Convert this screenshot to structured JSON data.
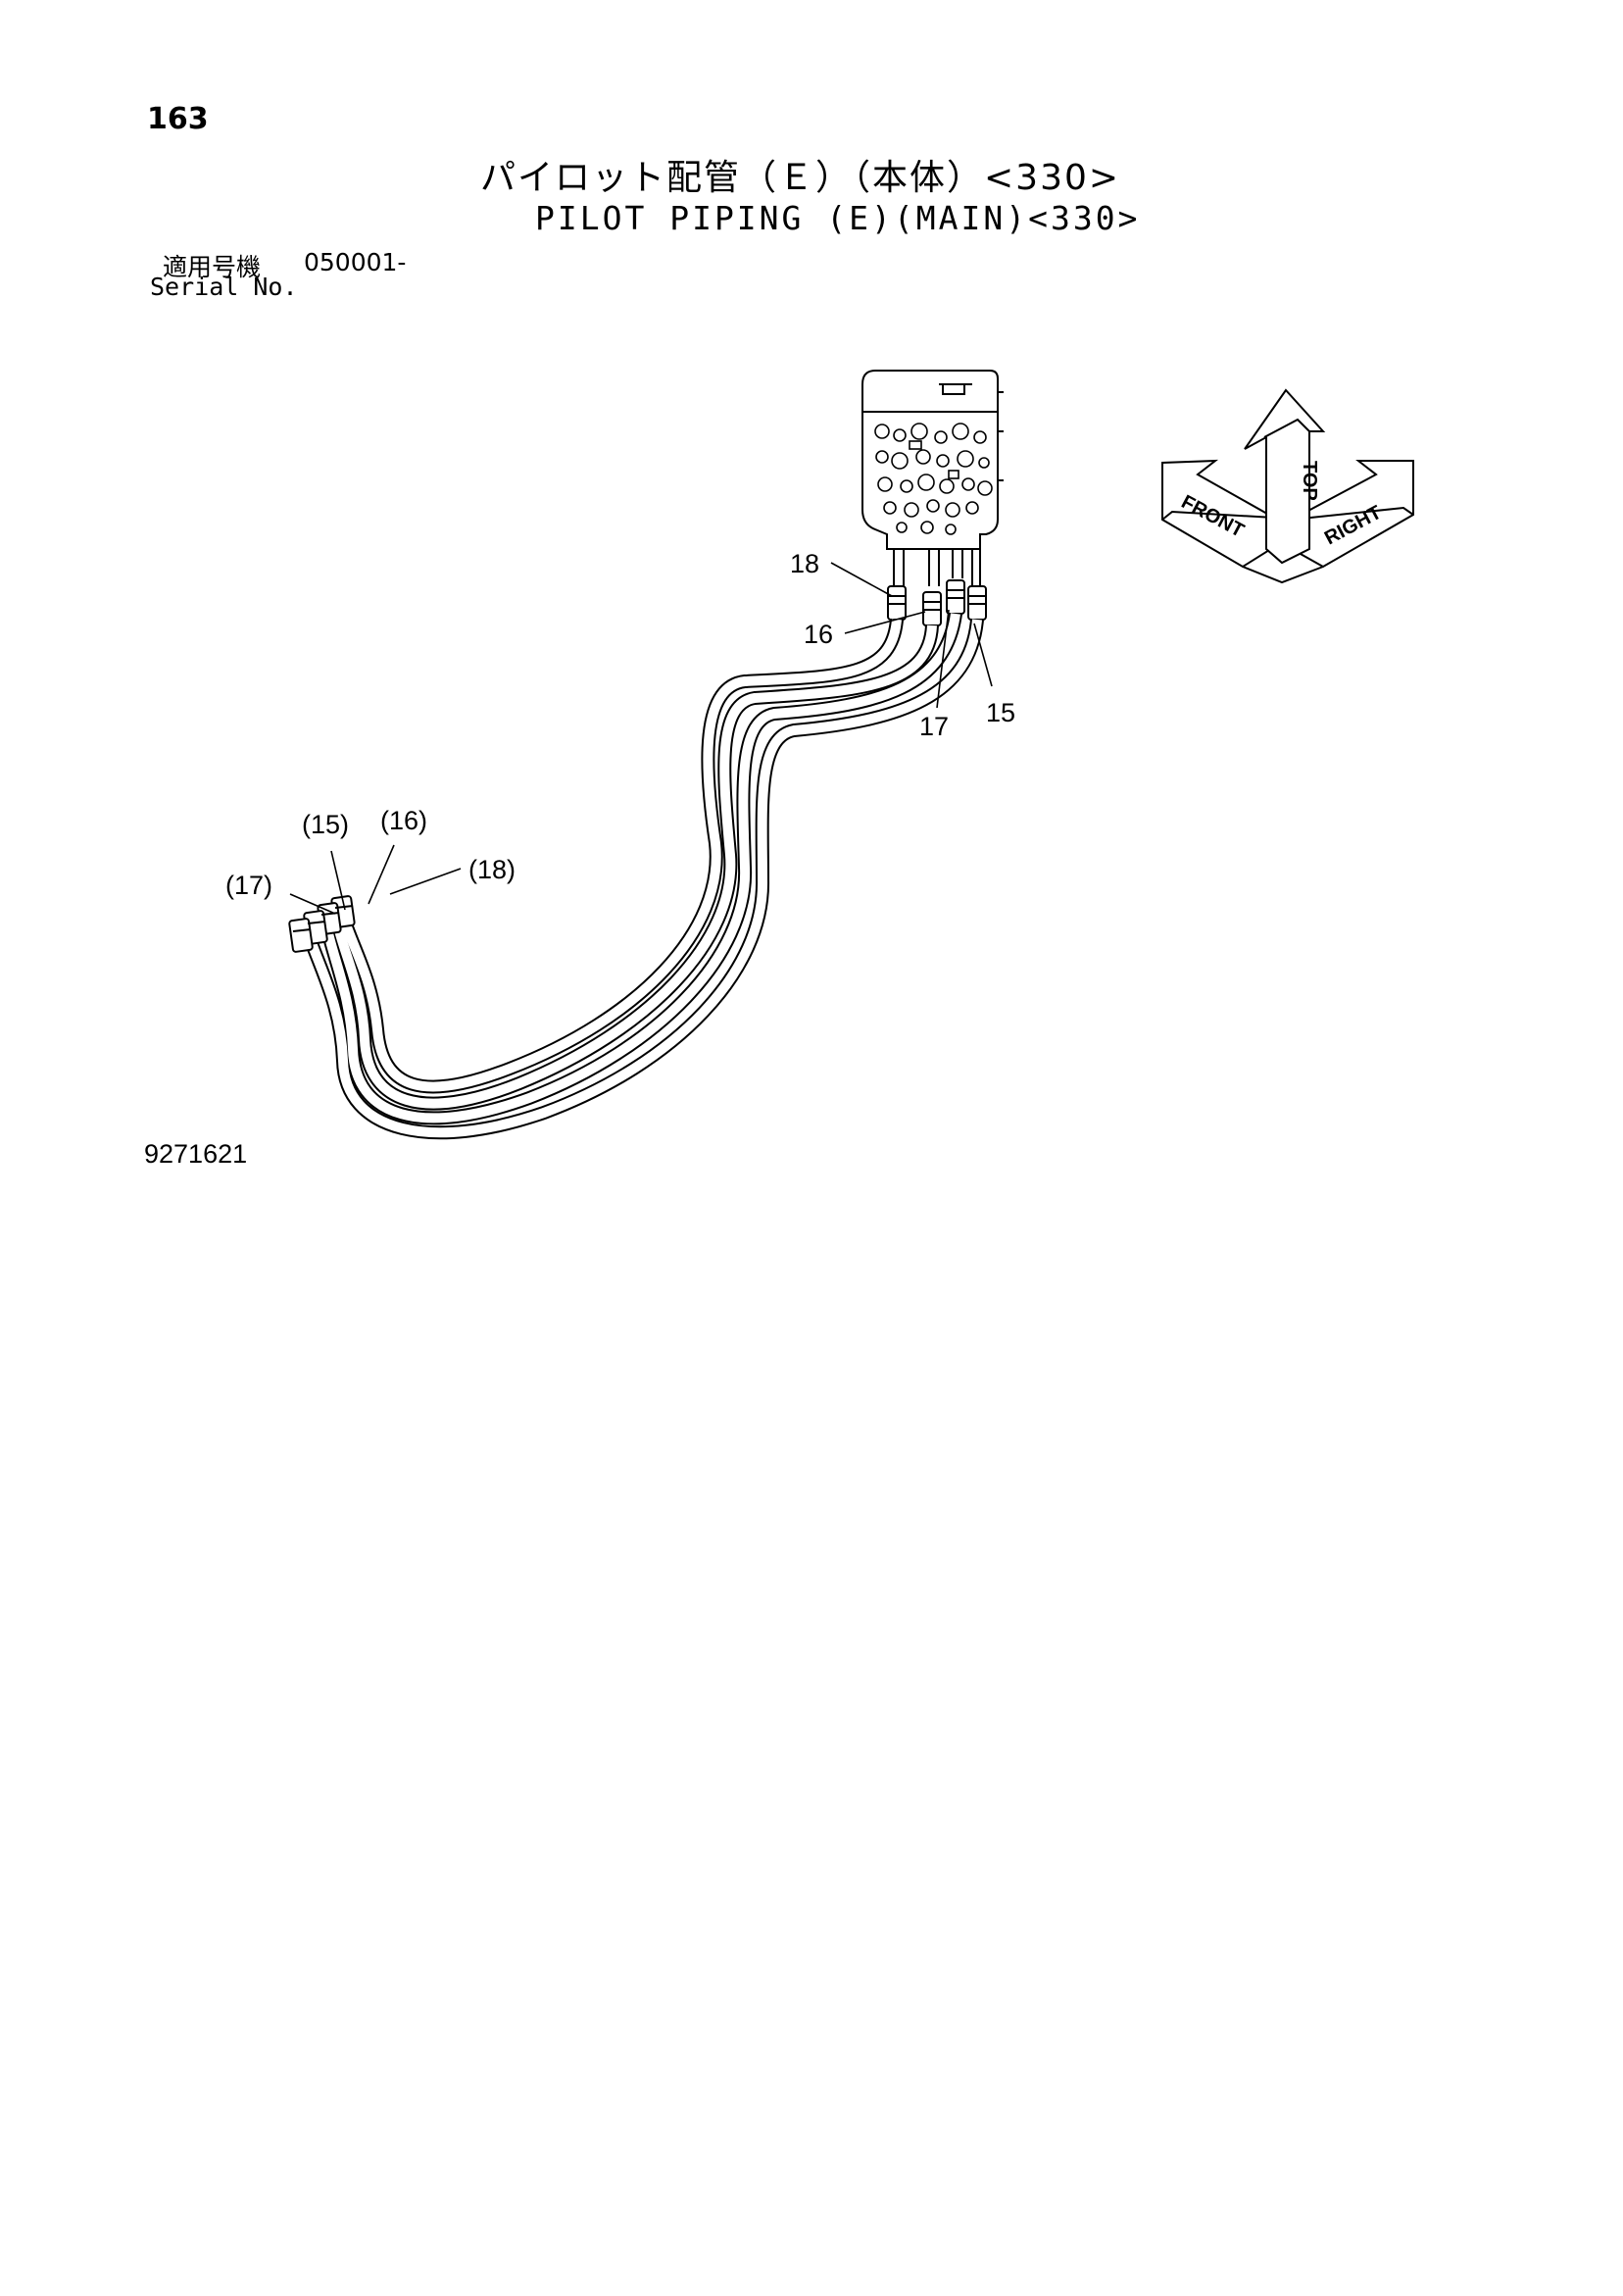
{
  "page_number": "163",
  "title_jp": "パイロット配管（Ｅ）（本体）<330>",
  "title_en": "PILOT PIPING (E)(MAIN)<330>",
  "serial": {
    "label_jp": "適用号機",
    "value": "050001-",
    "label_en": "Serial No."
  },
  "callouts": {
    "c18": "18",
    "c16": "16",
    "c17": "17",
    "c15": "15",
    "p15": "(15)",
    "p16": "(16)",
    "p17": "(17)",
    "p18": "(18)"
  },
  "orientation": {
    "front": "FRONT",
    "top": "TOP",
    "right": "RIGHT"
  },
  "drawing_number": "9271621"
}
